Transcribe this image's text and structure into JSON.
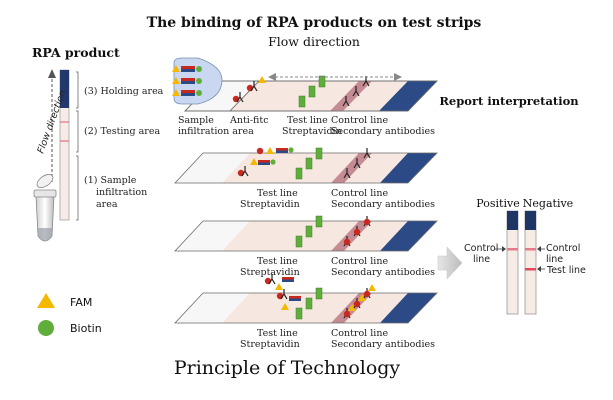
{
  "title": "The binding of RPA products on test strips",
  "flow_direction": "Flow direction",
  "rpa_product": "RPA product",
  "tube_arrow_label": "Flow direction",
  "tube_regions": {
    "holding": "(3) Holding area",
    "testing": "(2) Testing area",
    "sample_line1": "(1) Sample",
    "sample_line2": "infiltration",
    "sample_line3": "area"
  },
  "strip1": {
    "sample_line1": "Sample",
    "sample_line2": "infiltration area",
    "antifitc": "Anti-fitc",
    "test_line1": "Test line",
    "test_line2": "Streptavidin",
    "control_line1": "Control line",
    "control_line2": "Secondary antibodies"
  },
  "strip_labels": {
    "test_line1": "Test line",
    "test_line2": "Streptavidin",
    "control_line1": "Control line",
    "control_line2": "Secondary antibodies"
  },
  "report": {
    "title": "Report interpretation",
    "positive": "Positive",
    "negative": "Negative",
    "control_left_1": "Control",
    "control_left_2": "line",
    "control_right_1": "Control",
    "control_right_2": "line",
    "test_line": "Test line"
  },
  "legend": [
    {
      "label": "FAM",
      "shape": "triangle",
      "color": "#f5b800"
    },
    {
      "label": "Biotin",
      "shape": "circle",
      "color": "#5fae3c"
    }
  ],
  "footer": "Principle of Technology",
  "colors": {
    "strip_navy": "#2c4a86",
    "control_band": "#c58b94",
    "strip_pink": "#f6e8e0",
    "antibody_red": "#c8281e",
    "streptavidin": "#5fae3c",
    "fam": "#f5b800"
  }
}
